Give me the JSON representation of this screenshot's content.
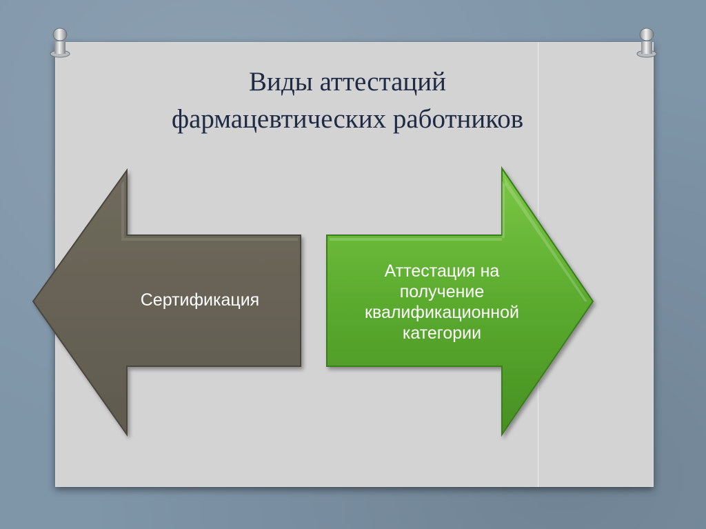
{
  "slide": {
    "title_line1": "Виды аттестаций",
    "title_line2": "фармацевтических работников"
  },
  "diagram": {
    "left_arrow": {
      "label": "Сертификация",
      "color": "#6f6a5c"
    },
    "right_arrow": {
      "label_lines": [
        "Аттестация на",
        "получение",
        "квалификационной",
        "категории"
      ],
      "color": "#5bab2f"
    }
  },
  "icons": [
    "pushpin-icon",
    "pushpin-icon"
  ]
}
